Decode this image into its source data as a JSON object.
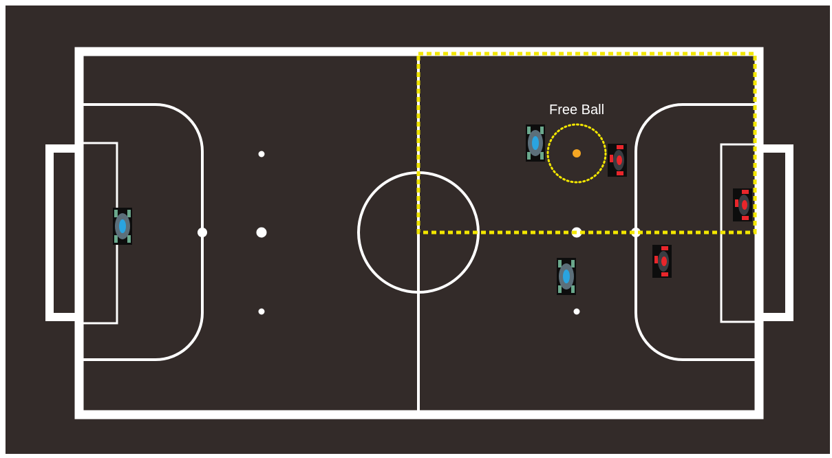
{
  "diagram": {
    "label": "Free Ball",
    "colors": {
      "background": "#ffffff",
      "field": "#332b29",
      "lines": "#ffffff",
      "highlight": "#f2e600",
      "ball": "#f5a623",
      "team_blue_body": "#5c6f7a",
      "team_blue_accent": "#2aa4e0",
      "team_red_body": "#3a3d42",
      "team_red_accent": "#e8262b"
    },
    "robots": {
      "blue": [
        "robot",
        "robot",
        "robot"
      ],
      "red": [
        "robot",
        "robot",
        "robot"
      ]
    }
  }
}
